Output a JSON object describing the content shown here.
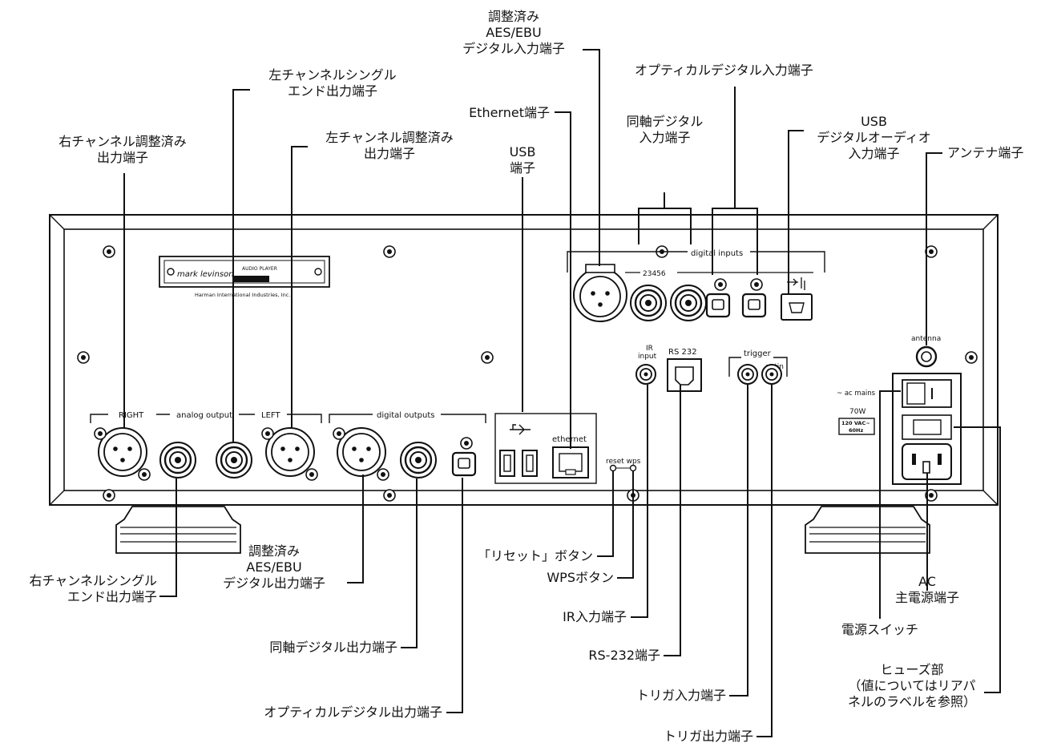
{
  "panel": {
    "brand": "mark levinson",
    "model": "AUDIO PLAYER",
    "maker_line": "Harman International Industries, Inc.",
    "analog_output": {
      "right": "RIGHT",
      "title": "analog output",
      "left": "LEFT"
    },
    "digital_outputs": "digital outputs",
    "digital_inputs": "digital inputs",
    "input_numbers": "23456",
    "ethernet": "ethernet",
    "reset_wps": "reset wps",
    "ir_input": "IR\ninput",
    "rs232": "RS 232",
    "trigger": "trigger",
    "trigger_outin": "outin",
    "antenna": "antenna",
    "ac_mains": "~ ac mains",
    "power_rating": "70W",
    "voltage": "120 VAC~\n60Hz"
  },
  "callouts": {
    "right_balanced": "右チャンネル調整済み\n出力端子",
    "left_single": "左チャンネルシングル\nエンド出力端子",
    "left_balanced": "左チャンネル調整済み\n出力端子",
    "aes_in": "調整済み\nAES/EBU\nデジタル入力端子",
    "ethernet": "Ethernet端子",
    "usb": "USB\n端子",
    "coax_in": "同軸デジタル\n入力端子",
    "optical_in": "オプティカルデジタル入力端子",
    "usb_audio": "USB\nデジタルオーディオ\n入力端子",
    "antenna": "アンテナ端子",
    "right_single": "右チャンネルシングル\nエンド出力端子",
    "aes_out": "調整済み\nAES/EBU\nデジタル出力端子",
    "coax_out": "同軸デジタル出力端子",
    "optical_out": "オプティカルデジタル出力端子",
    "reset_button": "「リセット」ボタン",
    "wps_button": "WPSボタン",
    "ir_input": "IR入力端子",
    "rs232": "RS-232端子",
    "trigger_in": "トリガ入力端子",
    "trigger_out": "トリガ出力端子",
    "ac_inlet": "AC\n主電源端子",
    "power_switch": "電源スイッチ",
    "fuse": "ヒューズ部\n（値についてはリアパ\nネルのラベルを参照）"
  }
}
